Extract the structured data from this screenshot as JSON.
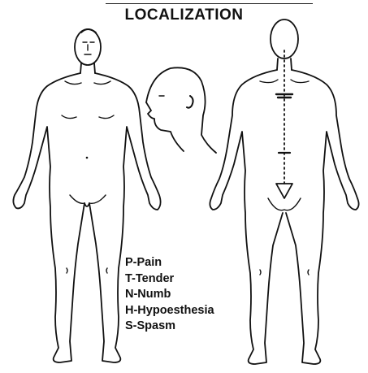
{
  "title": "LOCALIZATION",
  "legend": [
    "P-Pain",
    "T-Tender",
    "N-Numb",
    "H-Hypoesthesia",
    "S-Spasm"
  ],
  "colors": {
    "ink": "#111111",
    "paper": "#ffffff"
  },
  "figures": [
    "body-front-view",
    "head-side-view",
    "body-back-view"
  ]
}
